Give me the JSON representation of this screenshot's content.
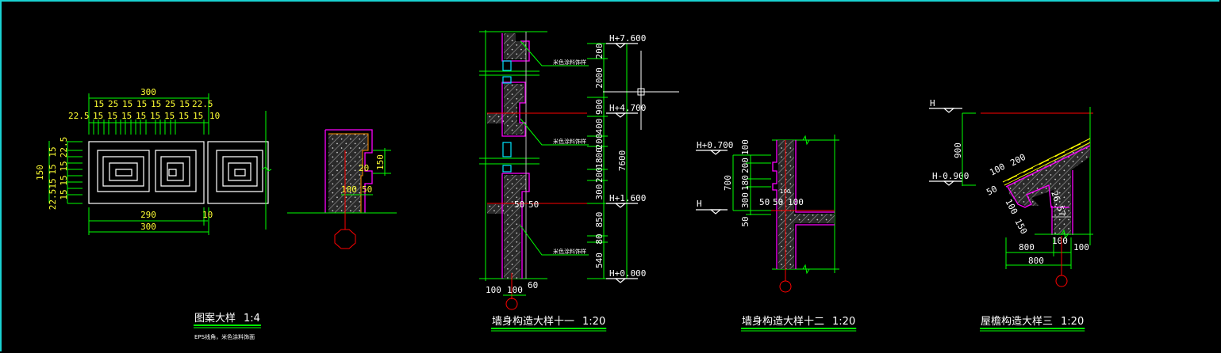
{
  "colors": {
    "background": "#000000",
    "frame": "#19d2d2",
    "dimension": "#00ff00",
    "outline": "#ff00ff",
    "axis": "#ff0000",
    "text_dim": "#ffff33",
    "text": "#ffffff"
  },
  "pattern_detail": {
    "title": "图案大样",
    "scale": "1:4",
    "note": "EPS线角，米色涂料饰面",
    "top_total": "300",
    "top_row1": [
      "15",
      "25",
      "15",
      "15",
      "15",
      "25",
      "15",
      "22.5"
    ],
    "top_row2": [
      "22.5",
      "15",
      "15",
      "15",
      "15",
      "15",
      "15",
      "15",
      "15"
    ],
    "top_right": "10",
    "left_total": "150",
    "left_dims": [
      "22.5",
      "15",
      "15",
      "15",
      "15",
      "15",
      "15",
      "22.5"
    ],
    "bottom_dim": "290",
    "bottom_gap": "10",
    "bottom_total": "300"
  },
  "cornice_section": {
    "dims": [
      "150",
      "20",
      "100",
      "50"
    ]
  },
  "wall_detail_11": {
    "title": "墙身构造大样十一",
    "scale": "1:20",
    "levels": [
      "H+7.600",
      "H+4.700",
      "H+1.600",
      "H+0.000"
    ],
    "segment_dims": [
      "200",
      "2000",
      "900",
      "400",
      "200",
      "1800",
      "200",
      "300",
      "850",
      "80",
      "540"
    ],
    "total": "7600",
    "notes": [
      "米色涂料饰样",
      "米色涂料饰样",
      "米色涂料饰样"
    ],
    "bottom_dims": [
      "100",
      "100",
      "60"
    ],
    "offset_dims": [
      "50",
      "50"
    ]
  },
  "wall_detail_12": {
    "title": "墙身构造大样十二",
    "scale": "1:20",
    "levels": [
      "H+0.700",
      "H"
    ],
    "vertical_dims": [
      "100",
      "200",
      "180",
      "300",
      "50"
    ],
    "total": "700",
    "horizontal_dims": [
      "50",
      "50",
      "100",
      "100"
    ]
  },
  "eave_detail_3": {
    "title": "屋檐构造大样三",
    "scale": "1:20",
    "levels": [
      "H",
      "H-0.900"
    ],
    "height_dim": "900",
    "slope_dims": [
      "100",
      "200",
      "50",
      "100",
      "150"
    ],
    "angle": "26.57",
    "bottom_dims": [
      "800",
      "100",
      "100"
    ],
    "bottom_total": "800"
  }
}
